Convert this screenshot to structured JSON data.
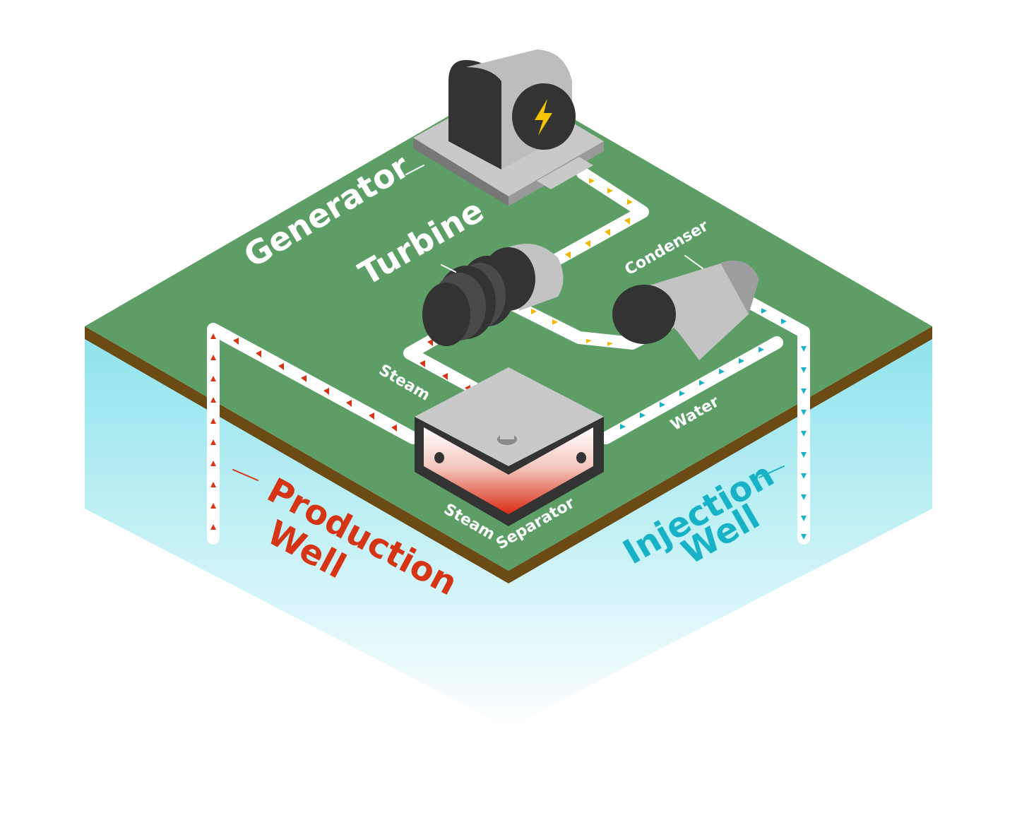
{
  "labels": {
    "generator": "Generator",
    "turbine": "Turbine",
    "condenser": "Condenser",
    "steam": "Steam",
    "water": "Water",
    "steam_separator_1": "Steam",
    "steam_separator_2": "Separator",
    "production_well_1": "Production",
    "production_well_2": "Well",
    "injection_well_1": "Injection",
    "injection_well_2": "Well"
  },
  "colors": {
    "ground_top": "#5c9e66",
    "soil_edge": "#6b4a14",
    "underground": "#9fe6ef",
    "production": "#d63515",
    "injection": "#17b2c6",
    "pipe": "#ffffff",
    "steam_arrow": "#d63515",
    "hot_arrow": "#f2b705",
    "water_arrow": "#17b2c6",
    "machine_dark": "#333333",
    "machine_light": "#c3c3c3",
    "lightning": "#f5c400"
  },
  "icons": {
    "generator": "lightning-bolt-icon"
  }
}
